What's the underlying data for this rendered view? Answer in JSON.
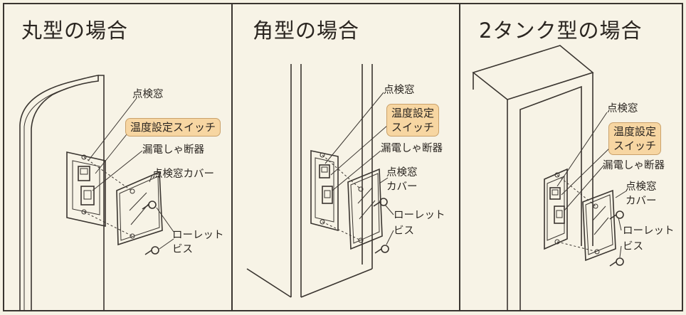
{
  "panels": [
    {
      "title": "丸型の場合",
      "labels": {
        "inspection_window": "点検窓",
        "temp_switch": "温度設定スイッチ",
        "breaker": "漏電しゃ断器",
        "window_cover": "点検窓カバー",
        "screw_1": "ローレット",
        "screw_2": "ビス"
      }
    },
    {
      "title": "角型の場合",
      "labels": {
        "inspection_window": "点検窓",
        "temp_switch_1": "温度設定",
        "temp_switch_2": "スイッチ",
        "breaker": "漏電しゃ断器",
        "window_cover_1": "点検窓",
        "window_cover_2": "カバー",
        "screw_1": "ローレット",
        "screw_2": "ビス"
      }
    },
    {
      "title": "2タンク型の場合",
      "labels": {
        "inspection_window": "点検窓",
        "temp_switch_1": "温度設定",
        "temp_switch_2": "スイッチ",
        "breaker": "漏電しゃ断器",
        "window_cover_1": "点検窓",
        "window_cover_2": "カバー",
        "screw_1": "ローレット",
        "screw_2": "ビス"
      }
    }
  ],
  "colors": {
    "highlight_fill": "#f7d6a2",
    "line": "#3a3530",
    "background": "#f7f3e6"
  }
}
